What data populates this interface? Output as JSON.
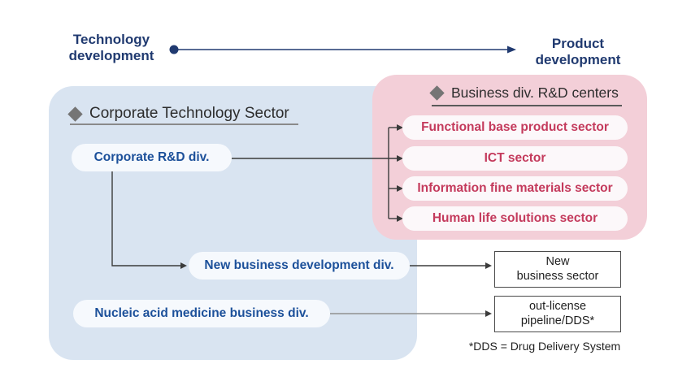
{
  "axis": {
    "left_label": "Technology development",
    "right_label": "Product development"
  },
  "corporate_sector": {
    "title": "Corporate Technology Sector",
    "pills": [
      {
        "label": "Corporate R&D div."
      },
      {
        "label": "New business development div."
      },
      {
        "label": "Nucleic acid medicine business div."
      }
    ]
  },
  "business_centers": {
    "title": "Business div. R&D centers",
    "pills": [
      {
        "label": "Functional base product sector"
      },
      {
        "label": "ICT sector"
      },
      {
        "label": "Information fine materials sector"
      },
      {
        "label": "Human life solutions sector"
      }
    ]
  },
  "output_boxes": [
    {
      "line1": "New",
      "line2": "business sector"
    },
    {
      "line1": "out-license",
      "line2": "pipeline/DDS*"
    }
  ],
  "footnote": "*DDS = Drug Delivery System",
  "icons": {
    "corporate_bullet": "diamond-icon",
    "business_bullet": "diamond-icon"
  },
  "colors": {
    "navy_accent": "#203a70",
    "blue_pill_text": "#1c509a",
    "red_pill_text": "#c43a5c",
    "panel_blue": "#d9e4f1",
    "panel_pink": "#f3cfd8",
    "connector_dark": "#3b3b3b",
    "connector_gray": "#909090"
  }
}
